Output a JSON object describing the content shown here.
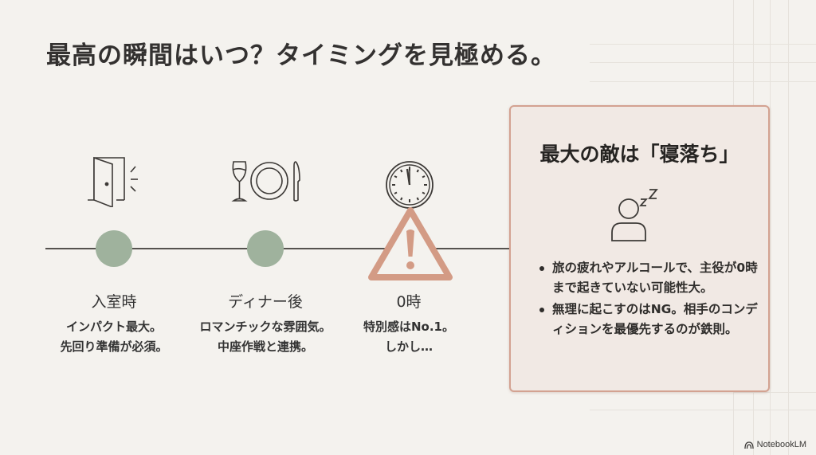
{
  "page": {
    "title": "最高の瞬間はいつ？タイミングを見極める。",
    "colors": {
      "background": "#f4f2ee",
      "timeline_dot": "#9fb29d",
      "warning": "#d39b85",
      "card_bg": "#f1e9e4",
      "card_border": "#d3a291",
      "text": "#333130"
    }
  },
  "timeline": {
    "stages": [
      {
        "icon": "door-open-icon",
        "label": "入室時",
        "desc_line1": "インパクト最大。",
        "desc_line2": "先回り準備が必須。"
      },
      {
        "icon": "wine-plate-knife-icon",
        "label": "ディナー後",
        "desc_line1": "ロマンチックな雰囲気。",
        "desc_line2": "中座作戦と連携。"
      },
      {
        "icon": "clock-midnight-icon",
        "marker_icon": "warning-triangle-icon",
        "label": "0時",
        "desc_line1": "特別感はNo.1。",
        "desc_line2": "しかし…"
      }
    ]
  },
  "card": {
    "title": "最大の敵は「寝落ち」",
    "icon": "sleeping-person-icon",
    "bullets": [
      "旅の疲れやアルコールで、主役が0時まで起きていない可能性大。",
      "無理に起こすのはNG。相手のコンディションを最優先するのが鉄則。"
    ]
  },
  "footer": {
    "brand": "NotebookLM"
  }
}
